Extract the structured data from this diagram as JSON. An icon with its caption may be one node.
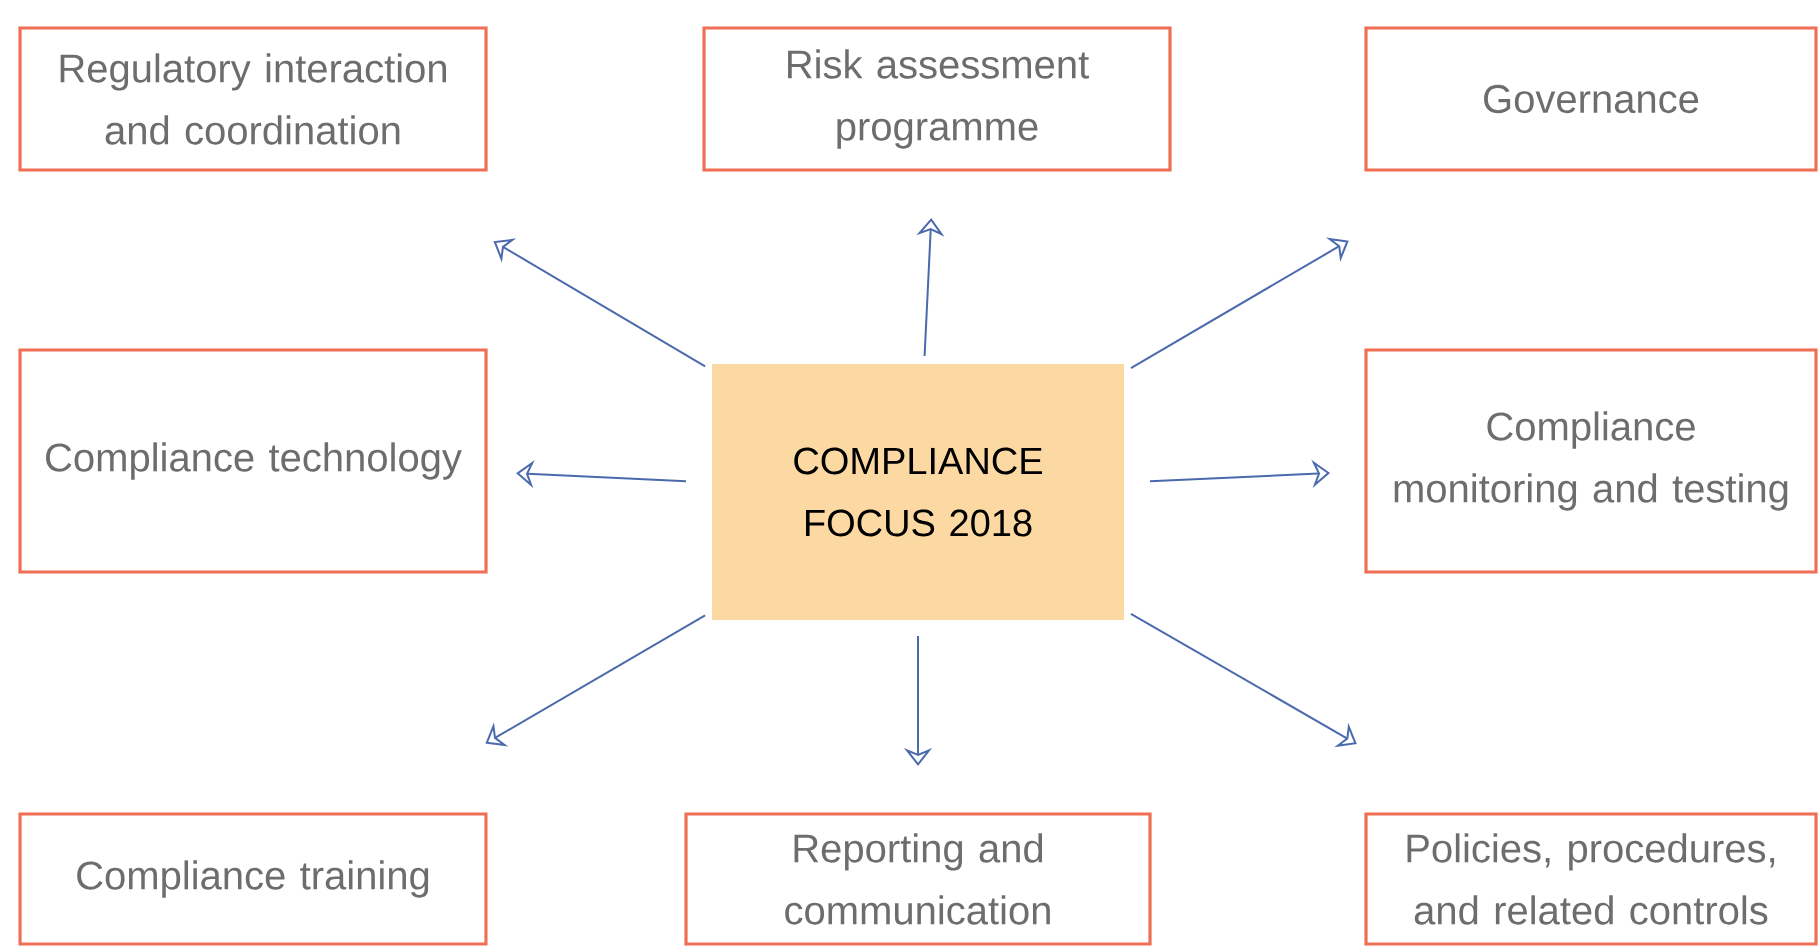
{
  "diagram": {
    "nodes": [
      {
        "text": [
          "COMPLIANCE FOCUS 2018"
        ]
      },
      {
        "text": [
          "Regulatory interaction and coordination"
        ]
      },
      {
        "text": [
          "Risk assessment programme"
        ]
      },
      {
        "text": [
          "Governance"
        ]
      },
      {
        "text": [
          "Compliance technology"
        ]
      },
      {
        "text": [
          "Compliance monitoring and testing"
        ]
      },
      {
        "text": [
          "Compliance training"
        ]
      },
      {
        "text": [
          "Reporting and communication"
        ]
      },
      {
        "text": [
          "Policies, procedures, and related controls"
        ]
      }
    ],
    "edges": [
      {
        "from": 0,
        "to": 1,
        "arrow": "to"
      },
      {
        "from": 0,
        "to": 2,
        "arrow": "to"
      },
      {
        "from": 0,
        "to": 3,
        "arrow": "to"
      },
      {
        "from": 0,
        "to": 4,
        "arrow": "to"
      },
      {
        "from": 0,
        "to": 5,
        "arrow": "to"
      },
      {
        "from": 0,
        "to": 6,
        "arrow": "to"
      },
      {
        "from": 0,
        "to": 7,
        "arrow": "to"
      },
      {
        "from": 0,
        "to": 8,
        "arrow": "to"
      }
    ]
  }
}
